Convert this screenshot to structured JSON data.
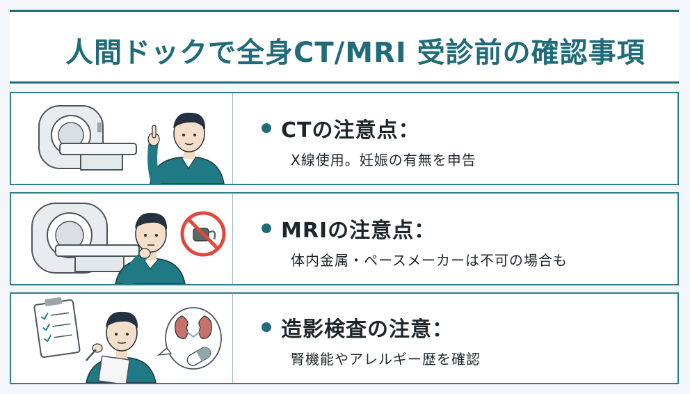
{
  "title": "人間ドックで全身CT/MRI 受診前の確認事項",
  "cards": [
    {
      "heading": "CTの注意点：",
      "detail": "X線使用。妊娠の有無を申告"
    },
    {
      "heading": "MRIの注意点：",
      "detail": "体内金属・ペースメーカーは不可の場合も"
    },
    {
      "heading": "造影検査の注意：",
      "detail": "腎機能やアレルギー歴を確認"
    }
  ],
  "colors": {
    "accent": "#1f6b7a",
    "sweater": "#1f7a86",
    "prohibit": "#e0483b"
  },
  "icons": [
    "ct-scanner-icon",
    "person-pointing-icon",
    "mri-scanner-icon",
    "person-thinking-icon",
    "no-metal-icon",
    "clipboard-checklist-icon",
    "person-writing-icon",
    "kidney-icon",
    "capsule-icon"
  ]
}
